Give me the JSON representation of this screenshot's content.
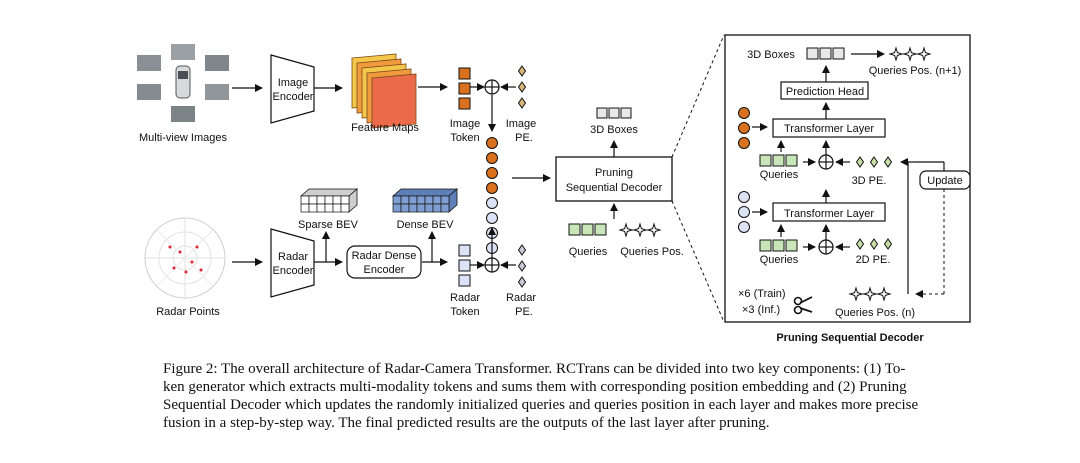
{
  "figure": {
    "multiview_label": "Multi-view Images",
    "image_encoder": [
      "Image",
      "Encoder"
    ],
    "feature_maps_label": "Feature Maps",
    "image_token_label": [
      "Image",
      "Token"
    ],
    "image_pe_label": [
      "Image",
      "PE."
    ],
    "radar_points_label": "Radar Points",
    "radar_encoder": [
      "Radar",
      "Encoder"
    ],
    "sparse_bev_label": "Sparse BEV",
    "dense_bev_label": "Dense BEV",
    "radar_dense_encoder": [
      "Radar Dense",
      "Encoder"
    ],
    "radar_token_label": [
      "Radar",
      "Token"
    ],
    "radar_pe_label": [
      "Radar",
      "PE."
    ],
    "decoder_boxes_label": "3D Boxes",
    "pruning_decoder": [
      "Pruning",
      "Sequential Decoder"
    ],
    "queries_label": "Queries",
    "queries_pos_label": "Queries Pos.",
    "detail": {
      "boxes_label": "3D Boxes",
      "queries_pos_next": "Queries Pos. (n+1)",
      "prediction_head": "Prediction Head",
      "transformer_layer_top": "Transformer Layer",
      "queries_top": "Queries",
      "pe_3d": "3D PE.",
      "update": "Update",
      "transformer_layer_bottom": "Transformer Layer",
      "queries_bottom": "Queries",
      "pe_2d": "2D PE.",
      "train_count": "×6 (Train)",
      "inf_count": "×3 (Inf.)",
      "queries_pos_n": "Queries Pos. (n)",
      "title": "Pruning Sequential Decoder"
    },
    "colors": {
      "image_token": "#d9711f",
      "radar_token": "#dde3f7",
      "query": "#c9e6b8",
      "pe": "#c8dfa8",
      "feature_map_front": "#ea6a4a",
      "feature_map_back": "#f4c64a",
      "dense_bev": "#7f9fd3",
      "scissors_icon": "scissors-icon"
    }
  },
  "caption": {
    "line1": "Figure 2: The overall architecture of Radar-Camera Transformer. RCTrans can be divided into two key components: (1) To-",
    "line2": "ken generator which extracts multi-modality tokens and sums them with corresponding position embedding and (2) Pruning",
    "line3": "Sequential Decoder which updates the randomly initialized queries and queries position in each layer and makes more precise",
    "line4": "fusion in a step-by-step way. The final predicted results are the outputs of the last layer after pruning."
  }
}
